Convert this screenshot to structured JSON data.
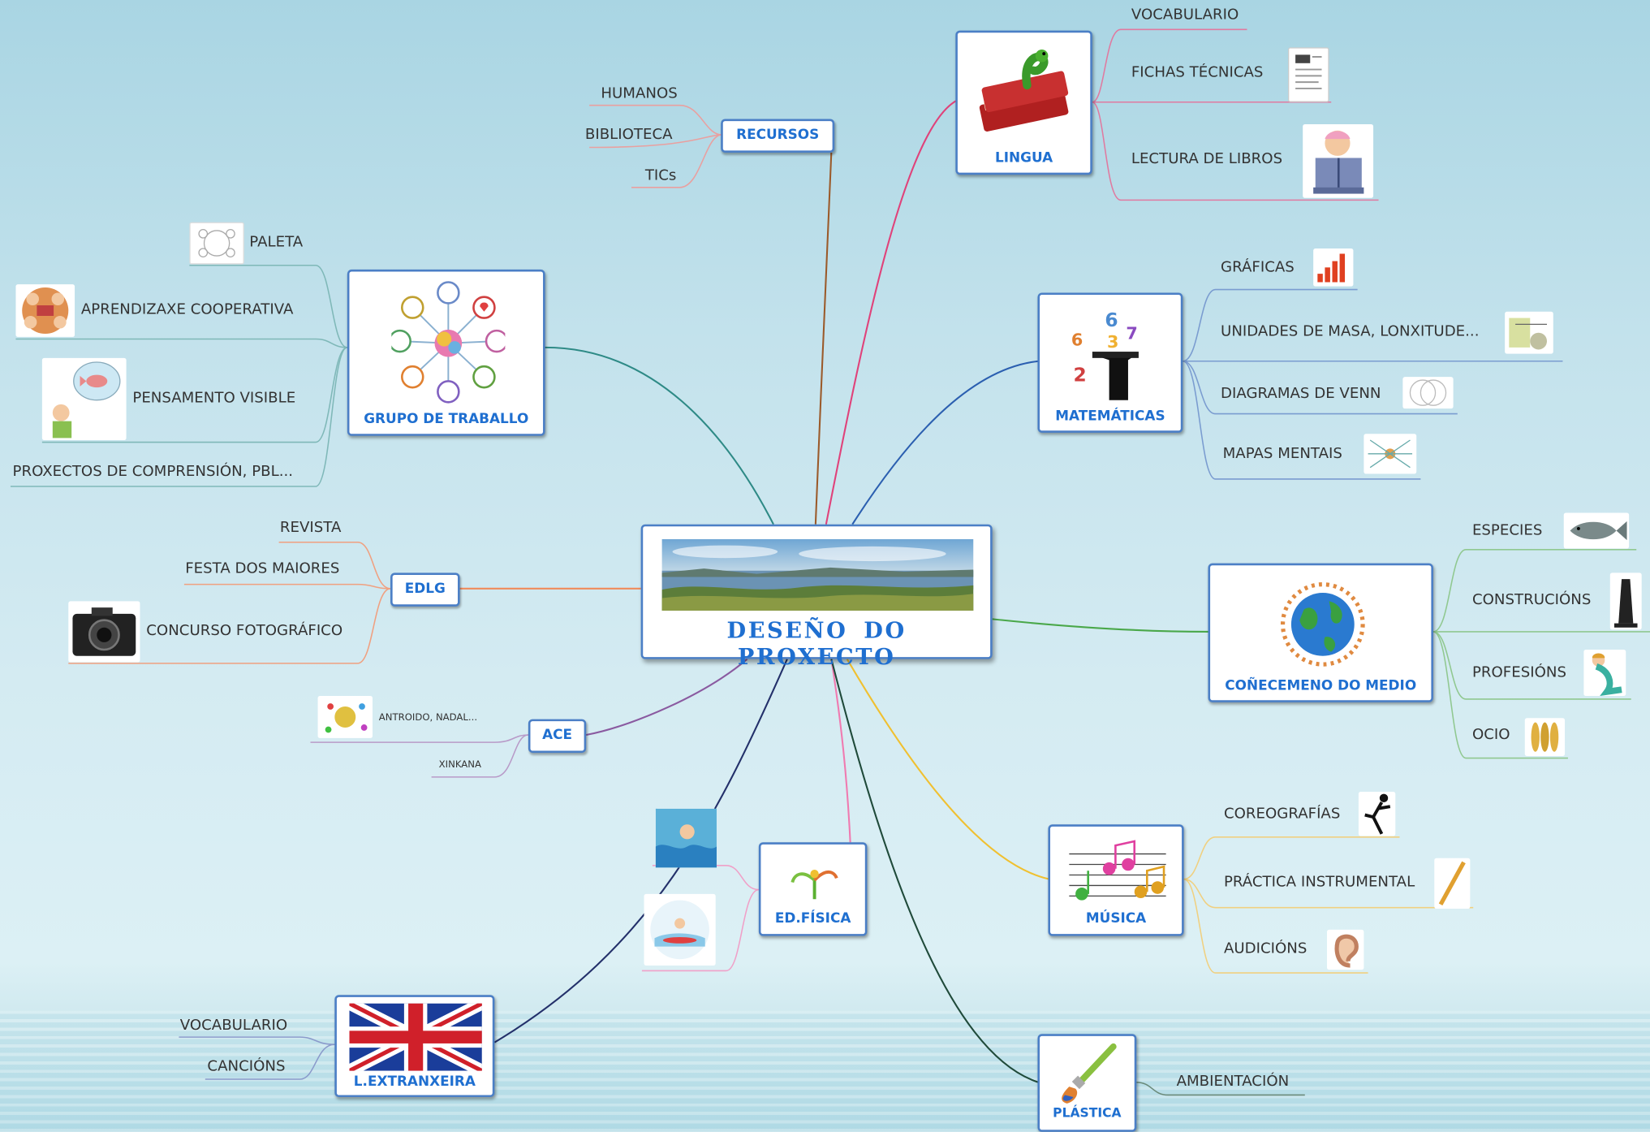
{
  "center": {
    "title": "DESEÑO DO PROXECTO"
  },
  "branches": {
    "recursos": {
      "label": "RECURSOS",
      "items": [
        "HUMANOS",
        "BIBLIOTECA",
        "TICs"
      ]
    },
    "lingua": {
      "label": "LINGUA",
      "items": [
        "VOCABULARIO",
        "FICHAS TÉCNICAS",
        "LECTURA DE LIBROS"
      ]
    },
    "grupo": {
      "label": "GRUPO DE TRABALLO",
      "items": [
        "PALETA",
        "APRENDIZAXE COOPERATIVA",
        "PENSAMENTO VISIBLE",
        "PROXECTOS DE COMPRENSIÓN, PBL..."
      ]
    },
    "matematicas": {
      "label": "MATEMÁTICAS",
      "items": [
        "GRÁFICAS",
        "UNIDADES DE MASA, LONXITUDE...",
        "DIAGRAMAS DE VENN",
        "MAPAS MENTAIS"
      ]
    },
    "edlg": {
      "label": "EDLG",
      "items": [
        "REVISTA",
        "FESTA DOS MAIORES",
        "CONCURSO FOTOGRÁFICO"
      ]
    },
    "medio": {
      "label": "COÑECEMENO DO MEDIO",
      "items": [
        "ESPECIES",
        "CONSTRUCIÓNS",
        "PROFESIÓNS",
        "OCIO"
      ]
    },
    "ace": {
      "label": "ACE",
      "items": [
        "ANTROIDO, NADAL...",
        "XINKANA"
      ]
    },
    "edfisica": {
      "label": "ED.FÍSICA"
    },
    "musica": {
      "label": "MÚSICA",
      "items": [
        "COREOGRAFÍAS",
        "PRÁCTICA INSTRUMENTAL",
        "AUDICIÓNS"
      ]
    },
    "lextranxeira": {
      "label": "L.EXTRANXEIRA",
      "items": [
        "VOCABULARIO",
        "CANCIÓNS"
      ]
    },
    "plastica": {
      "label": "PLÁSTICA",
      "items": [
        "AMBIENTACIÓN"
      ]
    }
  },
  "icons": [
    "book-worm-icon",
    "document-icon",
    "reading-child-icon",
    "bar-chart-icon",
    "scale-icon",
    "venn-icon",
    "mind-map-icon",
    "fish-icon",
    "tower-icon",
    "mermaid-icon",
    "corn-icon",
    "dancer-icon",
    "flute-icon",
    "ear-icon",
    "camera-icon",
    "paleta-icon",
    "team-icon",
    "thinking-child-icon",
    "brain-network-icon",
    "globe-icon",
    "music-notes-icon",
    "paintbrush-icon",
    "uk-flag-icon",
    "swimmer-icon",
    "surfer-icon",
    "sprout-icon",
    "carnival-icon",
    "landscape-photo-icon"
  ]
}
